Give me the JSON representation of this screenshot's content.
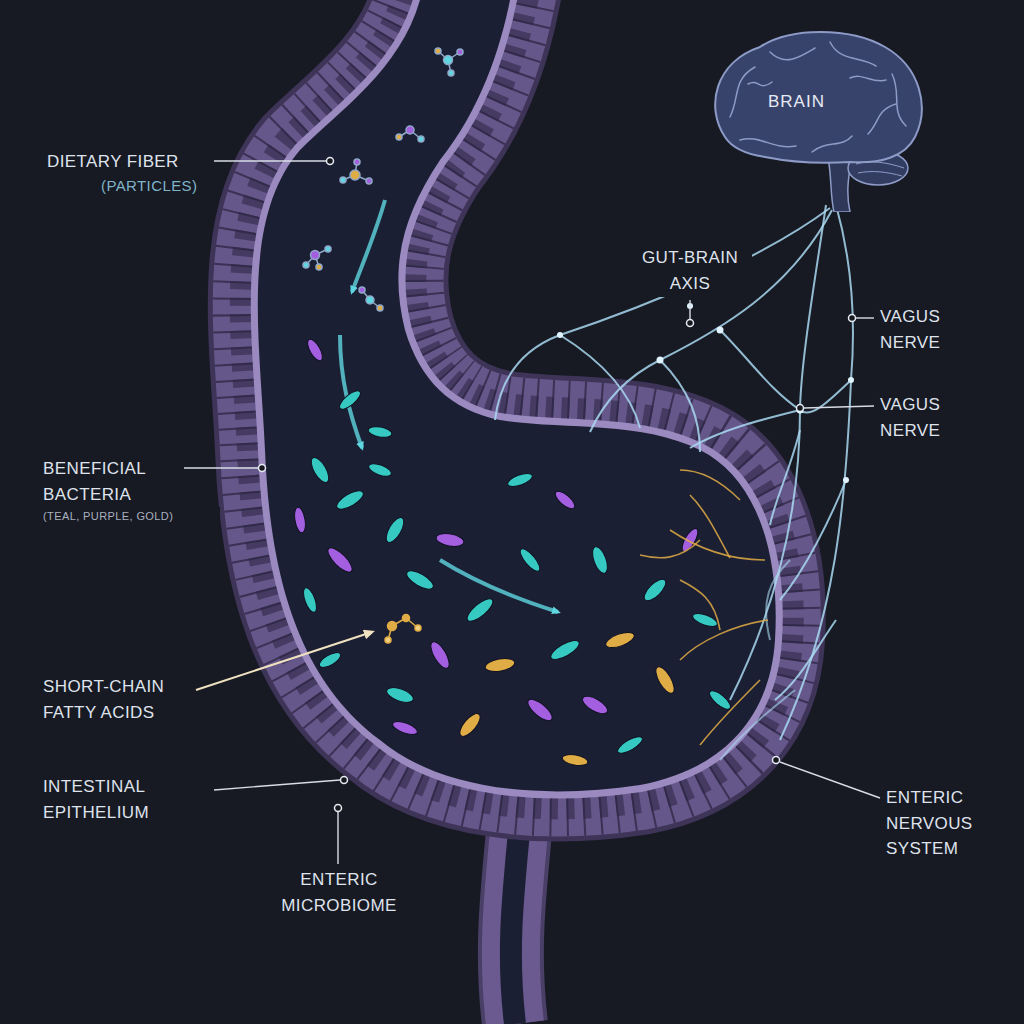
{
  "diagram": {
    "nodes": [
      {
        "text": [
          "BRAIN"
        ]
      }
    ],
    "labels": [
      "DIETARY FIBER",
      "(PARTICLES)",
      "GUT-BRAIN AXIS",
      "VAGUS NERVE",
      "VAGUS NERVE",
      "BENEFICIAL BACTERIA",
      "(TEAL, PURPLE, GOLD)",
      "SHORT-CHAIN FATTY ACIDS",
      "INTESTINAL EPITHELIUM",
      "ENTERIC MICROBIOME",
      "ENTERIC NERVOUS SYSTEM"
    ]
  }
}
